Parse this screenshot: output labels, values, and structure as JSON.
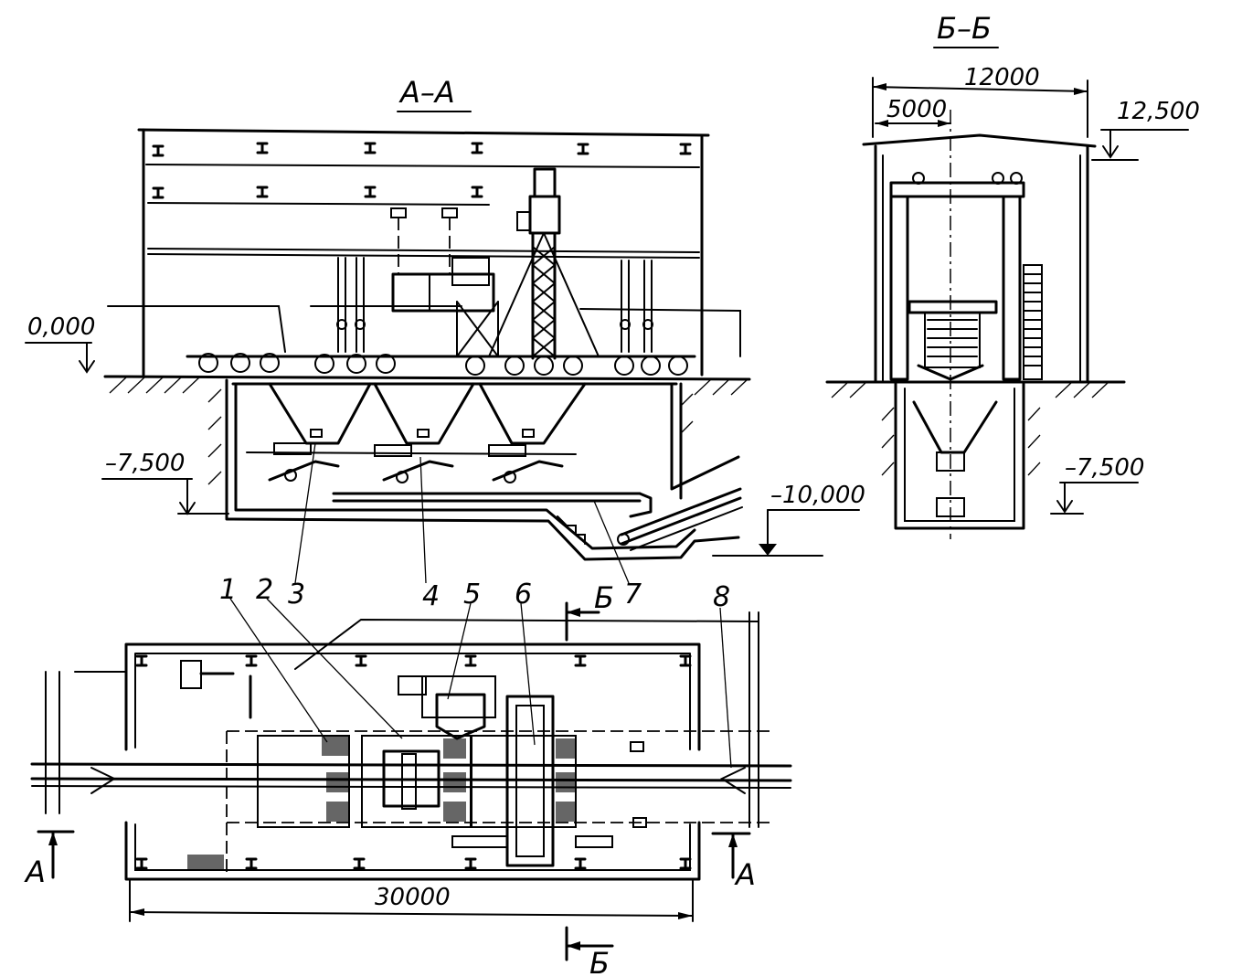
{
  "sections": {
    "aa_title": "А–А",
    "bb_title": "Б–Б",
    "marker_a": "А",
    "marker_b": "Б"
  },
  "elevations": {
    "zero": "0,000",
    "minus_7500": "–7,500",
    "minus_10000": "–10,000",
    "plus_12500": "12,500"
  },
  "dimensions": {
    "width_12000": "12000",
    "offset_5000": "5000",
    "length_30000": "30000"
  },
  "callouts": [
    "1",
    "2",
    "3",
    "4",
    "5",
    "6",
    "7",
    "8"
  ]
}
